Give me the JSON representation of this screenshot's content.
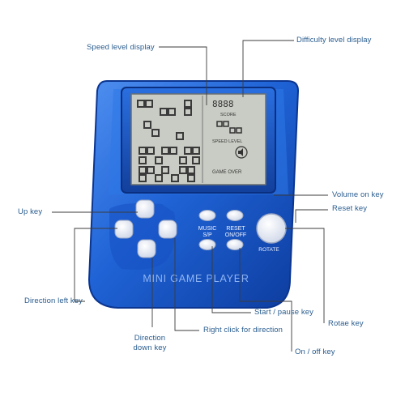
{
  "labels": {
    "speed_level": "Speed level display",
    "difficulty_level": "Difficulty level display",
    "volume_on": "Volume on key",
    "reset": "Reset key",
    "up": "Up key",
    "direction_left": "Direction left key",
    "start_pause": "Start / pause key",
    "rotate_key": "Rotae key",
    "direction_down_line1": "Direction",
    "direction_down_line2": "down key",
    "right_click": "Right click for direction",
    "on_off": "On / off key"
  },
  "device": {
    "brand_text": "MINI GAME PLAYER",
    "screen_score": "SCORE",
    "screen_speed_level": "SPEED LEVEL",
    "screen_game_over": "GAME OVER",
    "btn_music": "MUSIC",
    "btn_sp": "S/P",
    "btn_reset": "RESET",
    "btn_onoff": "ON/OFF",
    "btn_rotate": "ROTATE"
  },
  "colors": {
    "shell": "#1f63d6",
    "shell_dark": "#0d3c9e",
    "screen": "#c9ccc4",
    "button": "#f4f6fb",
    "callout_text": "#2a5d8f",
    "leader": "#3b3b3b"
  }
}
